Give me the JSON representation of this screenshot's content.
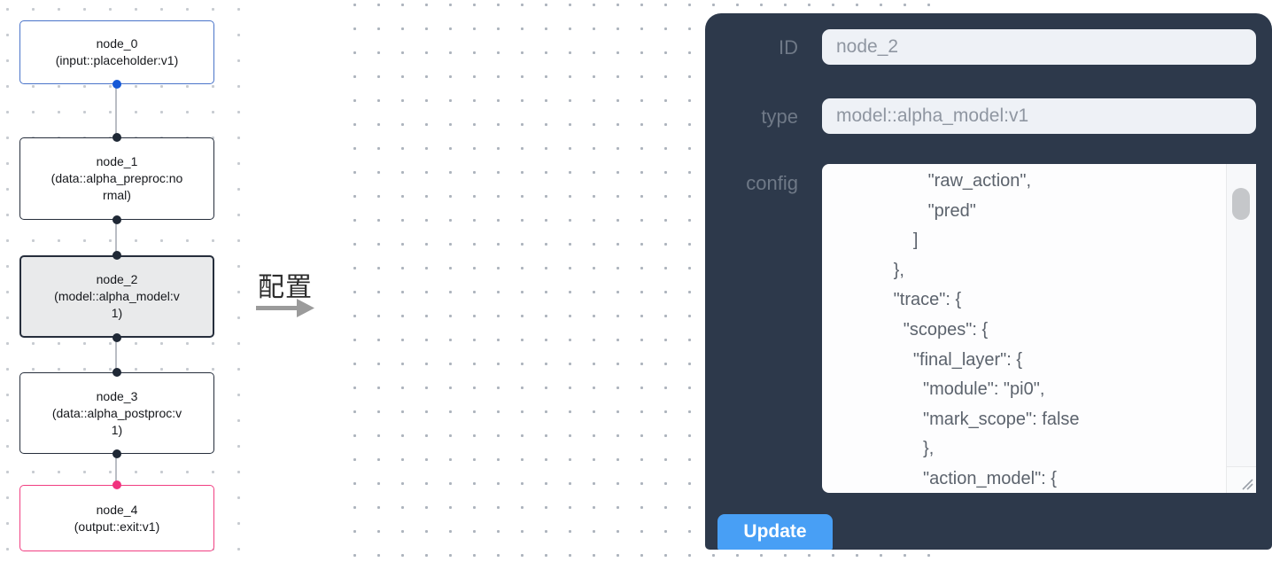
{
  "flow": {
    "nodes": [
      {
        "title": "node_0",
        "subtitle": "(input::placeholder:v1)"
      },
      {
        "title": "node_1",
        "subtitle": "(data::alpha_preproc:normal)"
      },
      {
        "title": "node_2",
        "subtitle": "(model::alpha_model:v1)"
      },
      {
        "title": "node_3",
        "subtitle": "(data::alpha_postproc:v1)"
      },
      {
        "title": "node_4",
        "subtitle": "(output::exit:v1)"
      }
    ]
  },
  "transition": {
    "label": "配置"
  },
  "panel": {
    "id_field": {
      "label": "ID",
      "value": "node_2"
    },
    "type_field": {
      "label": "type",
      "value": "model::alpha_model:v1"
    },
    "config_field": {
      "label": "config",
      "lines": [
        "                   \"raw_action\",",
        "                   \"pred\"",
        "                ]",
        "            },",
        "            \"trace\": {",
        "              \"scopes\": {",
        "                \"final_layer\": {",
        "                  \"module\": \"pi0\",",
        "                  \"mark_scope\": false",
        "                  },",
        "                  \"action_model\": {"
      ]
    },
    "update_button": "Update"
  },
  "colors": {
    "panel_bg": "#2d394b",
    "accent_blue": "#489ff5",
    "input_node_border": "#4a74c9",
    "output_node_border": "#f13f82",
    "input_port": "#1558d6",
    "output_port": "#f1327e",
    "selected_node_bg": "#e9eaeb",
    "field_bg": "#eef1f6"
  }
}
